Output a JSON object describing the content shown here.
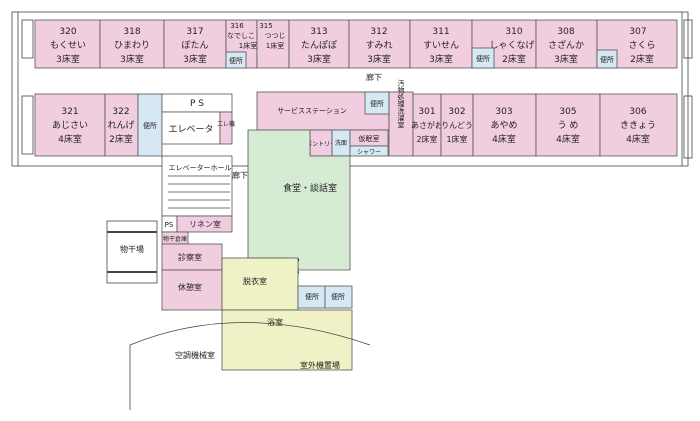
{
  "rooms_top": [
    {
      "number": "320",
      "name": "もくせい",
      "beds": "3床室"
    },
    {
      "number": "318",
      "name": "ひまわり",
      "beds": "3床室"
    },
    {
      "number": "317",
      "name": "ぼたん",
      "beds": "3床室"
    },
    {
      "number": "316",
      "name": "なでしこ",
      "beds": "1床室"
    },
    {
      "number": "315",
      "name": "つつじ",
      "beds": "1床室"
    },
    {
      "number": "313",
      "name": "たんぽぽ",
      "beds": "3床室"
    },
    {
      "number": "312",
      "name": "すみれ",
      "beds": "3床室"
    },
    {
      "number": "311",
      "name": "すいせん",
      "beds": "3床室"
    },
    {
      "number": "310",
      "name": "しゃくなげ",
      "beds": "2床室"
    },
    {
      "number": "308",
      "name": "さざんか",
      "beds": "3床室"
    },
    {
      "number": "307",
      "name": "さくら",
      "beds": "2床室"
    }
  ],
  "rooms_bottom": [
    {
      "number": "321",
      "name": "あじさい",
      "beds": "4床室"
    },
    {
      "number": "322",
      "name": "れんげ",
      "beds": "2床室"
    },
    {
      "number": "301",
      "name": "あさがお",
      "beds": "2床室"
    },
    {
      "number": "302",
      "name": "りんどう",
      "beds": "1床室"
    },
    {
      "number": "303",
      "name": "あやめ",
      "beds": "4床室"
    },
    {
      "number": "305",
      "name": "う め",
      "beds": "4床室"
    },
    {
      "number": "306",
      "name": "ききょう",
      "beds": "4床室"
    }
  ],
  "labels": {
    "toilet": "便所",
    "corridor": "廊下",
    "ps": "P S",
    "ps_vertical": [
      "P",
      "S"
    ],
    "ps_small": "PS",
    "elevator": "エレベータ",
    "elevator_side": "エレ機",
    "elevator_hall": "エレベーターホール",
    "service_station": "サービスステーション",
    "pantry": "パントリー",
    "washroom": "洗面",
    "nap_room": "仮眠室",
    "shower": "シャワー",
    "dirty_utility": "汚物処理洗濯室",
    "dining": "食堂・談話室",
    "linen": "リネン室",
    "storage": "物干場",
    "small_storage": "物干倉庫",
    "exam_room": "診察室",
    "rest_room": "休憩室",
    "changing": "脱衣室",
    "bath": "浴室",
    "hvac_room": "空調機械室",
    "outdoor_unit": "室外機置場"
  },
  "colors": {
    "room": "#f1cde0",
    "toilet": "#d6e8f3",
    "dining": "#d5ebd3",
    "bath": "#eef2c4"
  }
}
